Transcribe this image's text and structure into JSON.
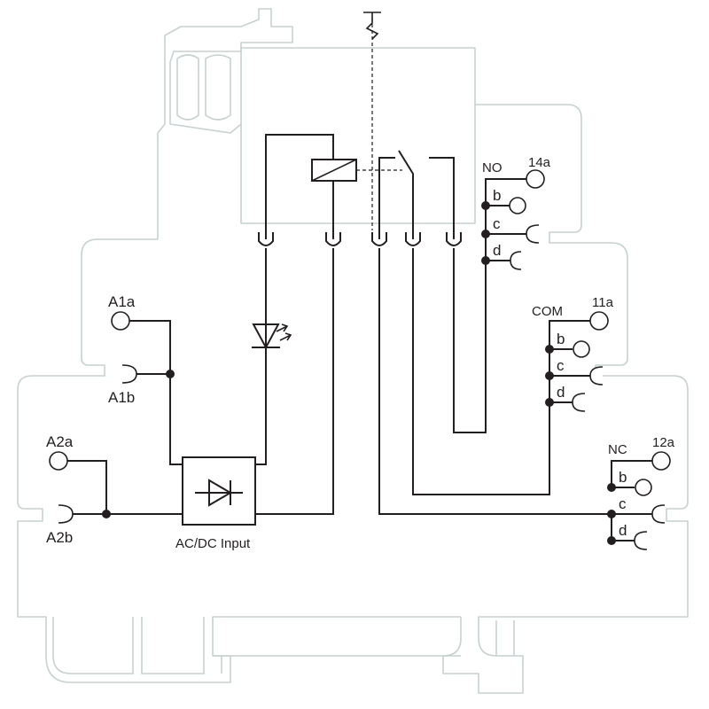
{
  "labels": {
    "a1a": "A1a",
    "a1b": "A1b",
    "a2a": "A2a",
    "a2b": "A2b",
    "no": "NO",
    "no_main": "14a",
    "com": "COM",
    "com_main": "11a",
    "nc": "NC",
    "nc_main": "12a",
    "b": "b",
    "c": "c",
    "d": "d",
    "input": "AC/DC Input"
  },
  "colors": {
    "housing": "#c6d2cd",
    "wire": "#231f20"
  }
}
